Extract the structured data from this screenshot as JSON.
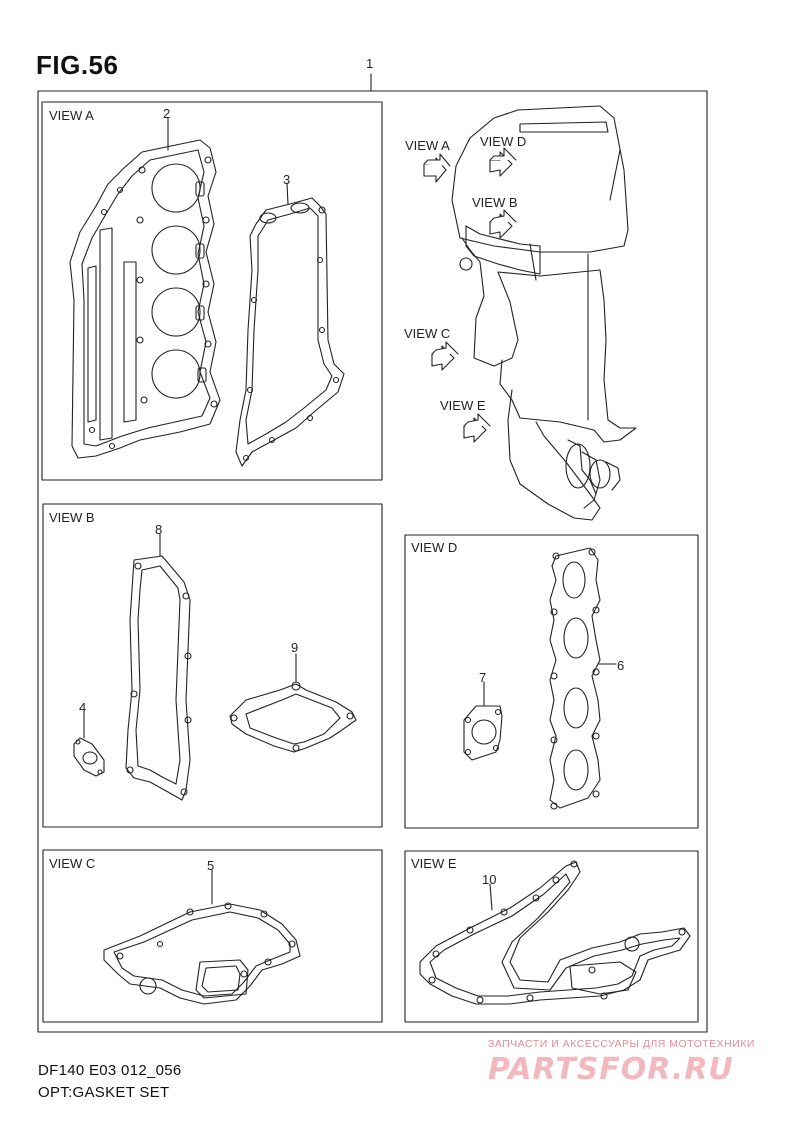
{
  "figure": {
    "title": "FIG.56"
  },
  "callouts": {
    "c1": "1",
    "c2": "2",
    "c3": "3",
    "c4": "4",
    "c5": "5",
    "c6": "6",
    "c7": "7",
    "c8": "8",
    "c9": "9",
    "c10": "10"
  },
  "panels": {
    "view_a": "VIEW A",
    "view_b": "VIEW B",
    "view_c": "VIEW C",
    "view_d": "VIEW D",
    "view_e": "VIEW E"
  },
  "engine_views": {
    "view_a": "VIEW A",
    "view_b": "VIEW B",
    "view_c": "VIEW C",
    "view_d": "VIEW D",
    "view_e": "VIEW E"
  },
  "footer": {
    "code": "DF140 E03 012_056",
    "description": "OPT:GASKET SET"
  },
  "watermark": {
    "caption": "ЗАПЧАСТИ И АКСЕССУАРЫ ДЛЯ МОТОТЕХНИКИ",
    "logo": "PARTSFOR.RU"
  }
}
